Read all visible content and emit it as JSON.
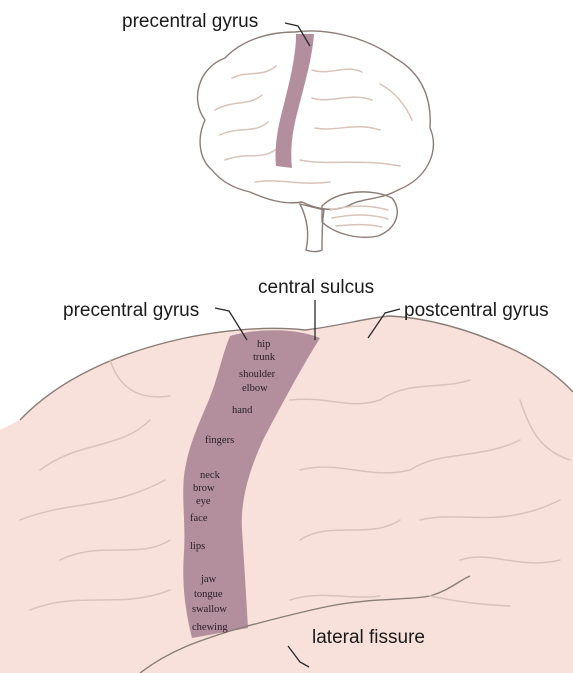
{
  "colors": {
    "brain_fill": "#f7e1da",
    "gyrus_fill": "#b38f9e",
    "outline": "#8a7c77",
    "fold": "#d8c3ba"
  },
  "top_view": {
    "label_precentral": "precentral gyrus"
  },
  "bottom_view": {
    "label_central_sulcus": "central sulcus",
    "label_precentral": "precentral gyrus",
    "label_postcentral": "postcentral gyrus",
    "label_lateral_fissure": "lateral fissure",
    "body_parts": [
      "hip",
      "trunk",
      "shoulder",
      "elbow",
      "hand",
      "fingers",
      "neck",
      "brow",
      "eye",
      "face",
      "lips",
      "jaw",
      "tongue",
      "swallow",
      "chewing"
    ]
  }
}
